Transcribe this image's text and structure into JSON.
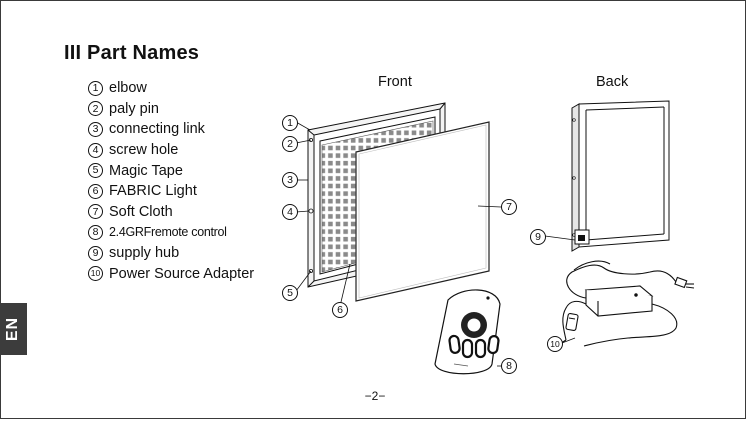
{
  "section_title": "III  Part Names",
  "parts": [
    {
      "num": "1",
      "label": "elbow"
    },
    {
      "num": "2",
      "label": "paly pin"
    },
    {
      "num": "3",
      "label": "connecting link"
    },
    {
      "num": "4",
      "label": "screw hole"
    },
    {
      "num": "5",
      "label": "Magic Tape"
    },
    {
      "num": "6",
      "label": "FABRIC Light"
    },
    {
      "num": "7",
      "label": "Soft Cloth"
    },
    {
      "num": "8",
      "label": "2.4GRFremote control"
    },
    {
      "num": "9",
      "label": "supply hub"
    },
    {
      "num": "10",
      "label": "Power Source Adapter"
    }
  ],
  "views": {
    "front": "Front",
    "back": "Back"
  },
  "callouts": [
    "1",
    "2",
    "3",
    "4",
    "5",
    "6",
    "7",
    "8",
    "9",
    "10"
  ],
  "language_tab": "EN",
  "page_number": "−2−",
  "colors": {
    "tab_background": "#3c3c3c",
    "line": "#111111",
    "frame_border": "#3a3a3a"
  }
}
